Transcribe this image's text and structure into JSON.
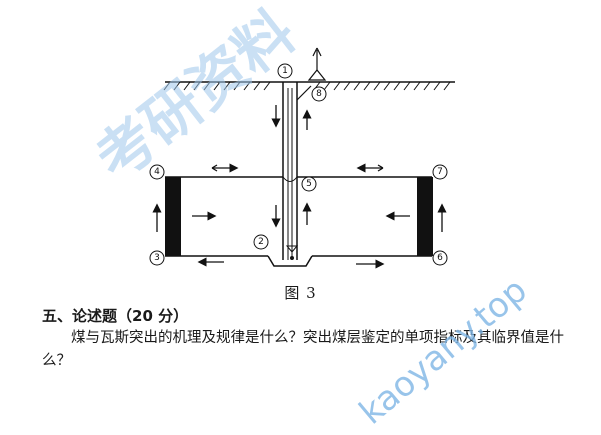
{
  "figure": {
    "caption": "图 3",
    "node_labels": [
      "①",
      "②",
      "③",
      "④",
      "⑤",
      "⑥",
      "⑦",
      "⑧"
    ]
  },
  "question": {
    "heading": "五、论述题（20 分）",
    "body": "煤与瓦斯突出的机理及规律是什么？突出煤层鉴定的单项指标及其临界值是什么？"
  },
  "watermark": {
    "chinese": "考研资料",
    "url": "kaoyany.top"
  }
}
